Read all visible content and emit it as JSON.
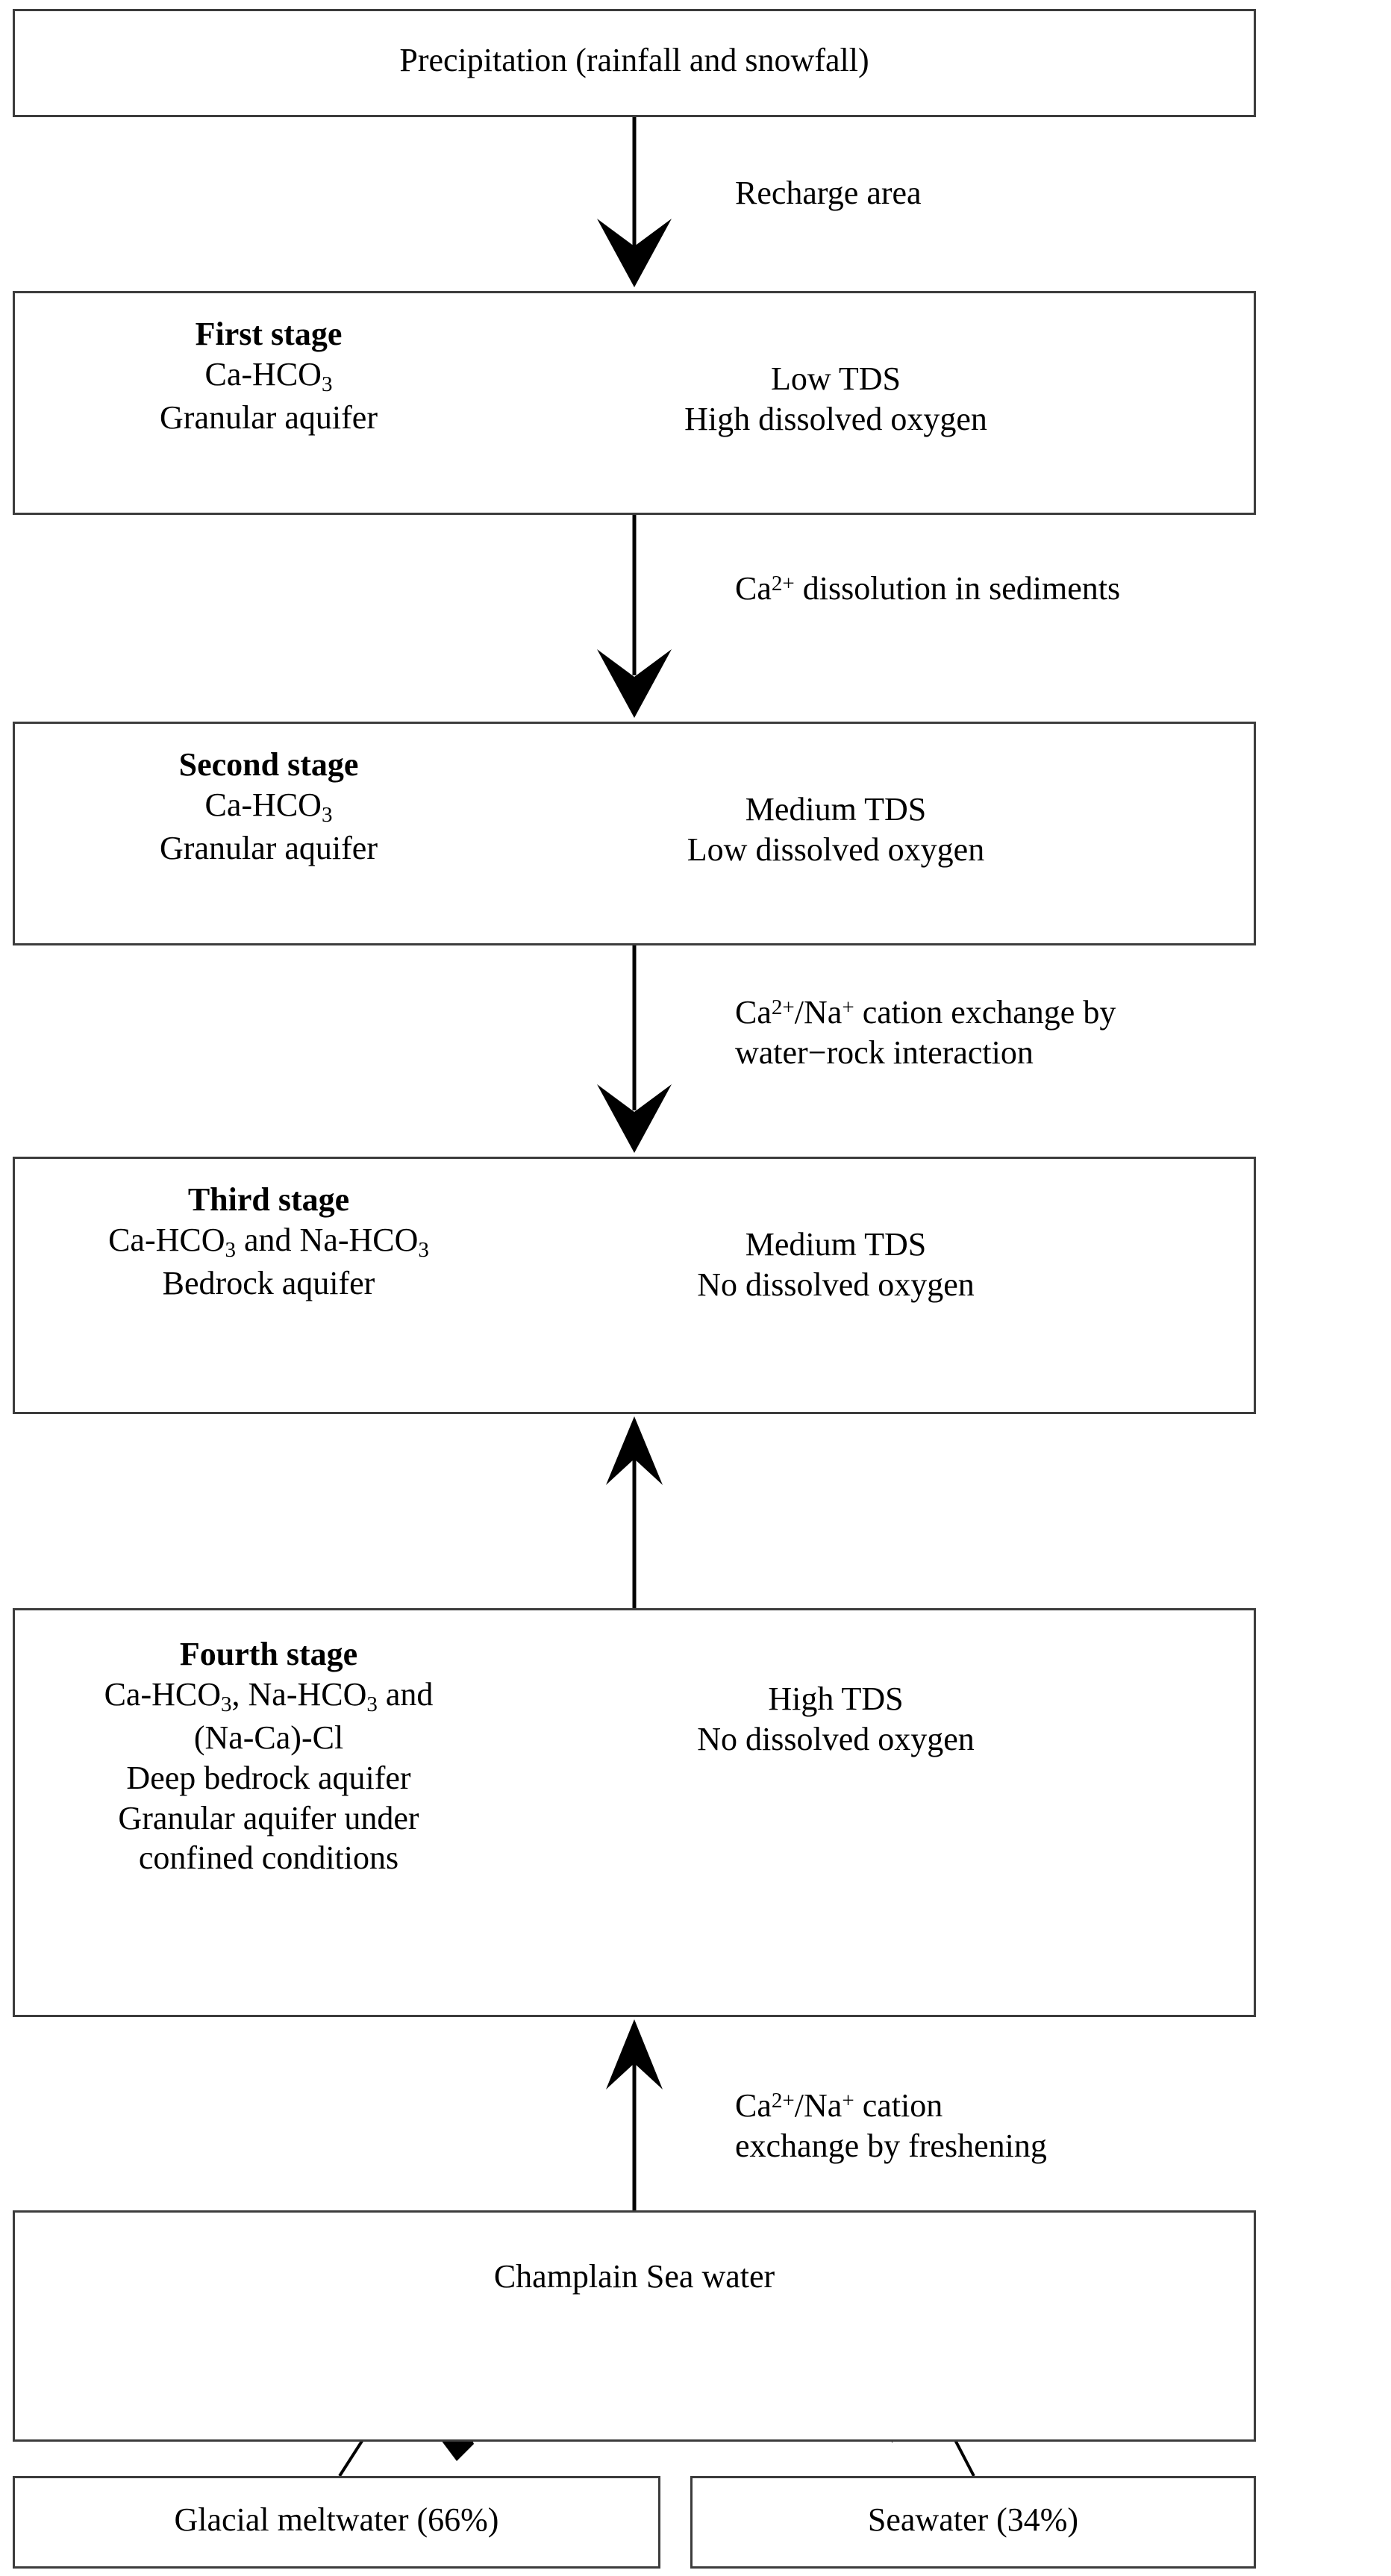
{
  "diagram": {
    "title": "Conceptual groundwater geochemical evolution flowchart",
    "colors": {
      "box_border": "#3c3c3c",
      "background": "#ffffff",
      "text": "#000000",
      "arrow": "#000000"
    },
    "nodes": {
      "precipitation": {
        "label": "Precipitation (rainfall and snowfall)"
      },
      "first_stage": {
        "title": "First stage",
        "left_lines": [
          "Ca-HCO3",
          "Granular aquifer"
        ],
        "left_line1_pre": "Ca-HCO",
        "left_line1_sub": "3",
        "left_line2": "Granular aquifer",
        "right_lines": [
          "Low TDS",
          "High dissolved oxygen"
        ],
        "right_line1": "Low TDS",
        "right_line2": "High dissolved oxygen"
      },
      "second_stage": {
        "title": "Second stage",
        "left_line1_pre": "Ca-HCO",
        "left_line1_sub": "3",
        "left_line2": "Granular aquifer",
        "right_line1": "Medium TDS",
        "right_line2": "Low dissolved oxygen"
      },
      "third_stage": {
        "title": "Third stage",
        "left_line1_a": "Ca-HCO",
        "left_line1_sub1": "3",
        "left_line1_b": " and Na-HCO",
        "left_line1_sub2": "3",
        "left_line2": "Bedrock aquifer",
        "right_line1": "Medium TDS",
        "right_line2": "No dissolved oxygen"
      },
      "fourth_stage": {
        "title": "Fourth stage",
        "left_line1_a": "Ca-HCO",
        "left_line1_sub1": "3",
        "left_line1_b": ", Na-HCO",
        "left_line1_sub2": "3",
        "left_line1_c": " and",
        "left_line2": "(Na-Ca)-Cl",
        "left_line3": "Deep bedrock aquifer",
        "left_line4": "Granular aquifer under",
        "left_line5": "confined conditions",
        "right_line1": "High TDS",
        "right_line2": "No dissolved oxygen"
      },
      "champlain_sea_water": {
        "label": "Champlain Sea water"
      },
      "glacial_meltwater": {
        "label": "Glacial meltwater (66%)"
      },
      "seawater": {
        "label": "Seawater (34%)"
      }
    },
    "edge_labels": {
      "recharge": {
        "text": "Recharge area"
      },
      "ca_dissolution": {
        "pre": "Ca",
        "sup": "2+",
        "post": " dissolution in sediments"
      },
      "cation_exchange_water_rock": {
        "l1_pre": "Ca",
        "l1_sup1": "2+",
        "l1_mid": "/Na",
        "l1_sup2": "+",
        "l1_post": " cation exchange by",
        "l2": "water−rock interaction"
      },
      "cation_exchange_freshening": {
        "l1_pre": "Ca",
        "l1_sup1": "2+",
        "l1_mid": "/Na",
        "l1_sup2": "+",
        "l1_post": " cation",
        "l2": "exchange by freshening"
      }
    },
    "flow_sequence": [
      "Precipitation (rainfall and snowfall)",
      "First stage",
      "Second stage",
      "Third stage",
      "Fourth stage",
      "Champlain Sea water",
      "Glacial meltwater (66%)",
      "Seawater (34%)"
    ]
  }
}
